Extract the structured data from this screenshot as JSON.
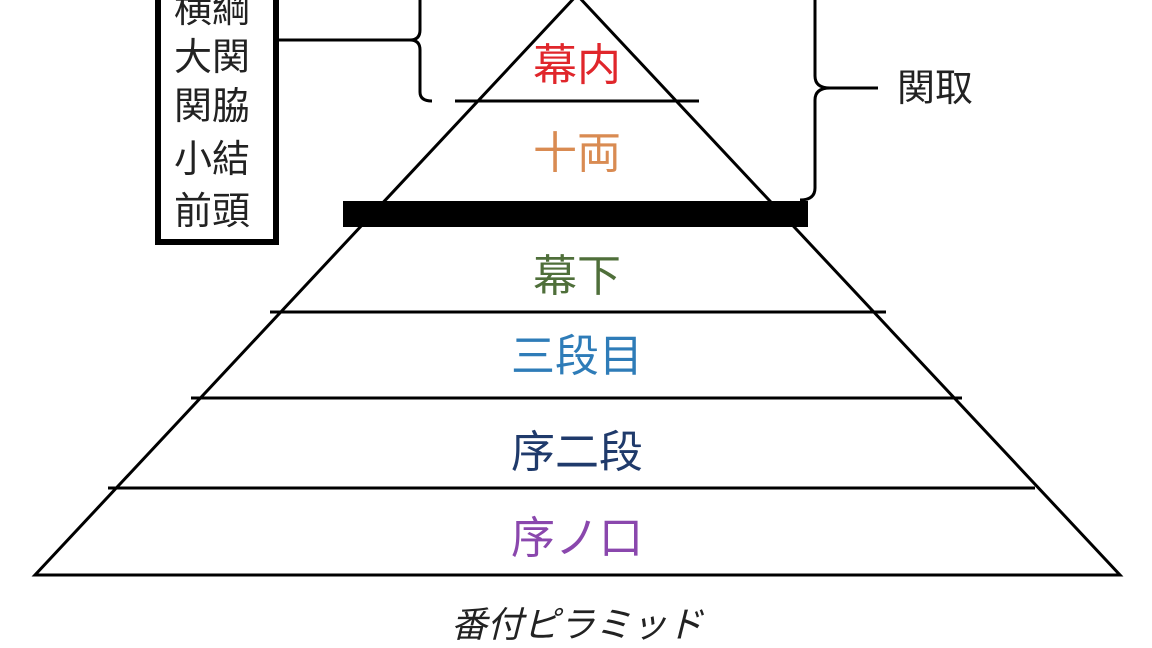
{
  "pyramid": {
    "tiers": [
      {
        "label": "幕内",
        "color": "#e0262b"
      },
      {
        "label": "十両",
        "color": "#d98b52"
      },
      {
        "label": "幕下",
        "color": "#4f6f3a"
      },
      {
        "label": "三段目",
        "color": "#2e7cb8"
      },
      {
        "label": "序二段",
        "color": "#1f3a6b"
      },
      {
        "label": "序ノ口",
        "color": "#8a47ad"
      }
    ],
    "makuuchi_ranks": [
      "横綱",
      "大関",
      "関脇",
      "小結",
      "前頭"
    ],
    "sekitori_label": "関取",
    "caption": "番付ピラミッド",
    "line_color": "#000000"
  }
}
